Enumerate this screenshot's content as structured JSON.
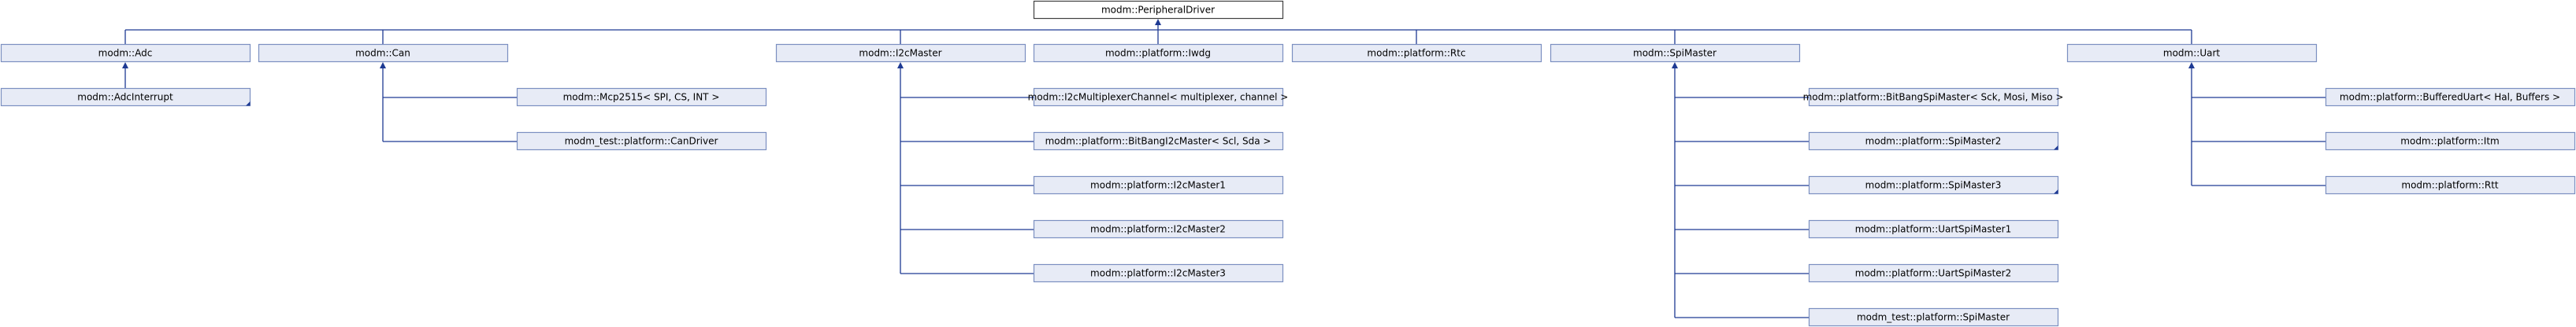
{
  "colors": {
    "node_fill": "#e7ebf6",
    "node_border": "#7b8fc1",
    "root_fill": "#ffffff",
    "root_border": "#404040",
    "edge": "#1e3a93"
  },
  "root": {
    "id": "root",
    "label": "modm::PeripheralDriver"
  },
  "level1": [
    {
      "id": "adc",
      "label": "modm::Adc"
    },
    {
      "id": "can",
      "label": "modm::Can"
    },
    {
      "id": "i2cmaster",
      "label": "modm::I2cMaster"
    },
    {
      "id": "iwdg",
      "label": "modm::platform::Iwdg"
    },
    {
      "id": "rtc",
      "label": "modm::platform::Rtc"
    },
    {
      "id": "spimaster",
      "label": "modm::SpiMaster"
    },
    {
      "id": "uart",
      "label": "modm::Uart"
    }
  ],
  "children": {
    "adc": [
      {
        "id": "adcinterrupt",
        "label": "modm::AdcInterrupt",
        "truncated": true
      }
    ],
    "can": [
      {
        "id": "mcp2515",
        "label": "modm::Mcp2515< SPI, CS, INT >"
      },
      {
        "id": "candriver",
        "label": "modm_test::platform::CanDriver"
      }
    ],
    "i2cmaster": [
      {
        "id": "i2cmux",
        "label": "modm::I2cMultiplexerChannel< multiplexer, channel >"
      },
      {
        "id": "bitbangi2c",
        "label": "modm::platform::BitBangI2cMaster< Scl, Sda >"
      },
      {
        "id": "i2cmaster1",
        "label": "modm::platform::I2cMaster1"
      },
      {
        "id": "i2cmaster2",
        "label": "modm::platform::I2cMaster2"
      },
      {
        "id": "i2cmaster3",
        "label": "modm::platform::I2cMaster3"
      }
    ],
    "spimaster": [
      {
        "id": "bitbangspi",
        "label": "modm::platform::BitBangSpiMaster< Sck, Mosi, Miso >"
      },
      {
        "id": "spimaster2",
        "label": "modm::platform::SpiMaster2",
        "truncated": true
      },
      {
        "id": "spimaster3",
        "label": "modm::platform::SpiMaster3",
        "truncated": true
      },
      {
        "id": "uartspi1",
        "label": "modm::platform::UartSpiMaster1"
      },
      {
        "id": "uartspi2",
        "label": "modm::platform::UartSpiMaster2"
      },
      {
        "id": "testspi",
        "label": "modm_test::platform::SpiMaster"
      }
    ],
    "uart": [
      {
        "id": "buffereduart",
        "label": "modm::platform::BufferedUart< Hal, Buffers >"
      },
      {
        "id": "itm",
        "label": "modm::platform::Itm"
      },
      {
        "id": "rtt",
        "label": "modm::platform::Rtt"
      }
    ]
  }
}
